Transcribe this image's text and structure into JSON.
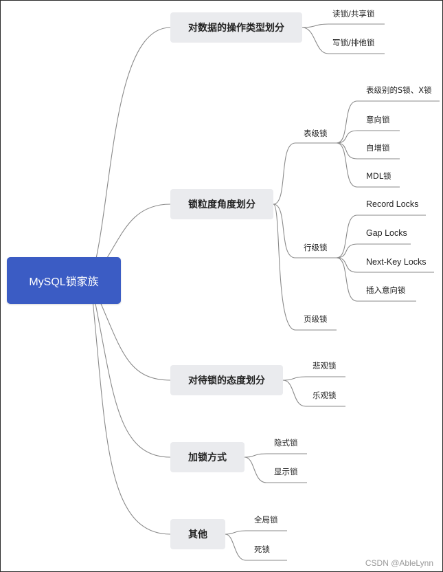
{
  "root": {
    "label": "MySQL锁家族"
  },
  "branches": [
    {
      "label": "对数据的操作类型划分",
      "children": [
        {
          "label": "读锁/共享锁"
        },
        {
          "label": "写锁/排他锁"
        }
      ]
    },
    {
      "label": "锁粒度角度划分",
      "children": [
        {
          "label": "表级锁",
          "children": [
            {
              "label": "表级别的S锁、X锁"
            },
            {
              "label": "意向锁"
            },
            {
              "label": "自增锁"
            },
            {
              "label": "MDL锁"
            }
          ]
        },
        {
          "label": "行级锁",
          "children": [
            {
              "label": "Record Locks"
            },
            {
              "label": "Gap Locks"
            },
            {
              "label": "Next-Key Locks"
            },
            {
              "label": "插入意向锁"
            }
          ]
        },
        {
          "label": "页级锁"
        }
      ]
    },
    {
      "label": "对待锁的态度划分",
      "children": [
        {
          "label": "悲观锁"
        },
        {
          "label": "乐观锁"
        }
      ]
    },
    {
      "label": "加锁方式",
      "children": [
        {
          "label": "隐式锁"
        },
        {
          "label": "显示锁"
        }
      ]
    },
    {
      "label": "其他",
      "children": [
        {
          "label": "全局锁"
        },
        {
          "label": "死锁"
        }
      ]
    }
  ],
  "watermark": "CSDN @AbleLynn",
  "colors": {
    "root_fill": "#3b5cc4",
    "branch_fill": "#eaebee",
    "connector": "#8a8a8a"
  }
}
